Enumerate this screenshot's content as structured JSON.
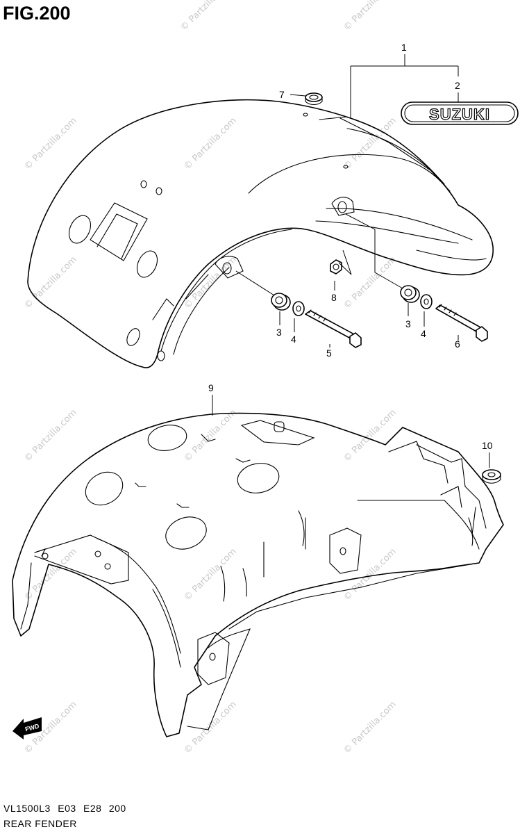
{
  "figure": {
    "title": "FIG.200"
  },
  "callouts": [
    {
      "id": "1",
      "label": "1"
    },
    {
      "id": "2",
      "label": "2"
    },
    {
      "id": "3a",
      "label": "3"
    },
    {
      "id": "3b",
      "label": "3"
    },
    {
      "id": "4a",
      "label": "4"
    },
    {
      "id": "4b",
      "label": "4"
    },
    {
      "id": "5",
      "label": "5"
    },
    {
      "id": "6",
      "label": "6"
    },
    {
      "id": "7",
      "label": "7"
    },
    {
      "id": "8",
      "label": "8"
    },
    {
      "id": "9",
      "label": "9"
    },
    {
      "id": "10",
      "label": "10"
    }
  ],
  "emblem": {
    "text": "SUZUKI"
  },
  "fwd_arrow": {
    "text": "FWD"
  },
  "watermark": {
    "text": "© Partzilla.com"
  },
  "footer": {
    "model_code": "VL1500L3  E03  E28  200",
    "section_name": "REAR FENDER"
  }
}
